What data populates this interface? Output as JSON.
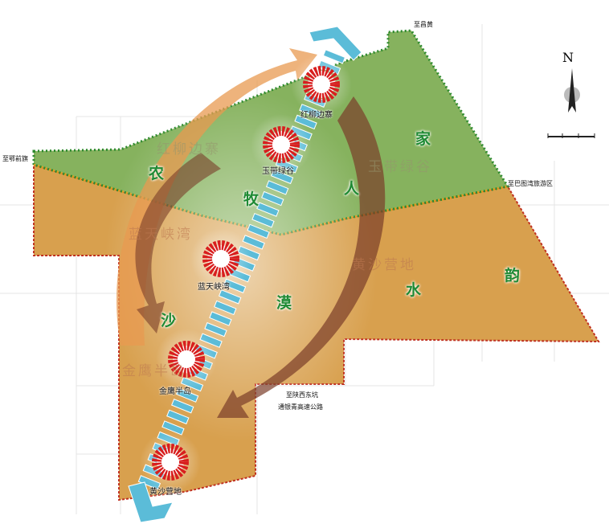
{
  "map": {
    "zones": [
      "红柳边寨",
      "玉带绿谷",
      "蓝天峡湾",
      "黄沙营地",
      "金鹰半岛"
    ],
    "nodes": [
      "红柳边寨",
      "玉带绿谷",
      "蓝天峡湾",
      "金鹰半岛",
      "黄沙营地"
    ],
    "theme_chars": [
      "农",
      "牧",
      "人",
      "家",
      "沙",
      "漠",
      "水",
      "韵"
    ],
    "directions": {
      "west": "至鄂前旗",
      "north": "至昌黄",
      "east": "至巴图湾旅游区",
      "south_line1": "至陕西东坑",
      "south_line2": "通银青高速公路"
    },
    "compass": "N",
    "colors": {
      "green": "#7fae5a",
      "orange": "#d9a24e",
      "blue": "#5bbcd8",
      "red": "#d81e1e",
      "brown": "#7a3d2a"
    }
  }
}
